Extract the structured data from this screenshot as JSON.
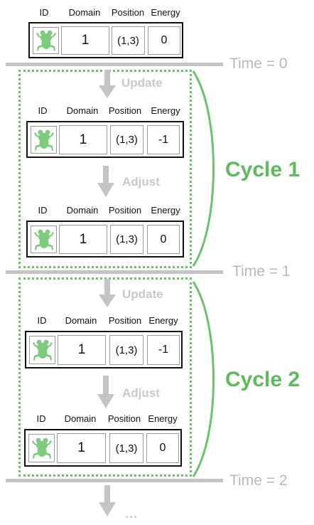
{
  "headers": {
    "id": "ID",
    "domain": "Domain",
    "position": "Position",
    "energy": "Energy"
  },
  "records": [
    {
      "domain": "1",
      "position": "(1,3)",
      "energy": "0"
    },
    {
      "domain": "1",
      "position": "(1,3)",
      "energy": "-1"
    },
    {
      "domain": "1",
      "position": "(1,3)",
      "energy": "0"
    },
    {
      "domain": "1",
      "position": "(1,3)",
      "energy": "-1"
    },
    {
      "domain": "1",
      "position": "(1,3)",
      "energy": "0"
    }
  ],
  "time_labels": [
    "Time = 0",
    "Time = 1",
    "Time = 2"
  ],
  "steps": {
    "update": "Update",
    "adjust": "Adjust"
  },
  "cycles": [
    "Cycle 1",
    "Cycle 2"
  ],
  "ellipsis": "...",
  "icon": "frog-icon",
  "colors": {
    "green": "#5dbb5d",
    "dotted_border": "#6cc26c",
    "gray_arrow": "#c4c4c4",
    "frog": "#7ccc7c"
  }
}
